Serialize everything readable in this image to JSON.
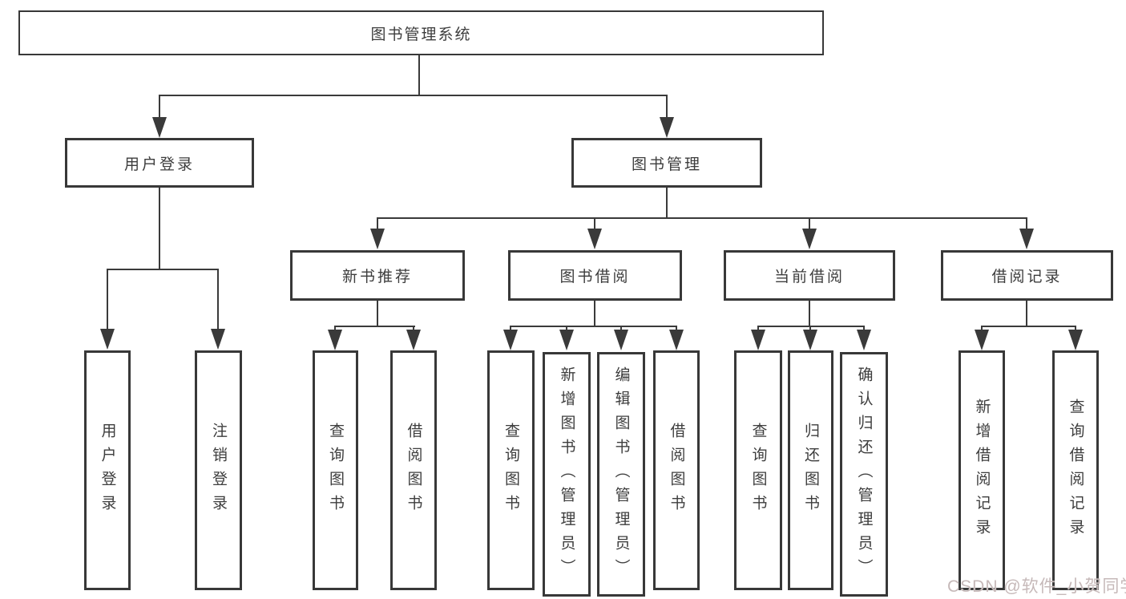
{
  "page": {
    "background": "#ffffff",
    "line_color": "#3a3a3a",
    "text_color": "#3d3d3d"
  },
  "tree": {
    "root": "图书管理系统",
    "branches": [
      {
        "label": "用户登录",
        "leaves": [
          "用户登录",
          "注销登录"
        ]
      },
      {
        "label": "图书管理",
        "groups": [
          {
            "label": "新书推荐",
            "leaves": [
              "查询图书",
              "借阅图书"
            ]
          },
          {
            "label": "图书借阅",
            "leaves": [
              "查询图书",
              "新增图书（管理员）",
              "编辑图书（管理员）",
              "借阅图书"
            ]
          },
          {
            "label": "当前借阅",
            "leaves": [
              "查询图书",
              "归还图书",
              "确认归还（管理员）"
            ]
          },
          {
            "label": "借阅记录",
            "leaves": [
              "新增借阅记录",
              "查询借阅记录"
            ]
          }
        ]
      }
    ]
  },
  "watermark": {
    "text": "CSDN @软件_小贺同学",
    "color": "#c6b9b9"
  }
}
